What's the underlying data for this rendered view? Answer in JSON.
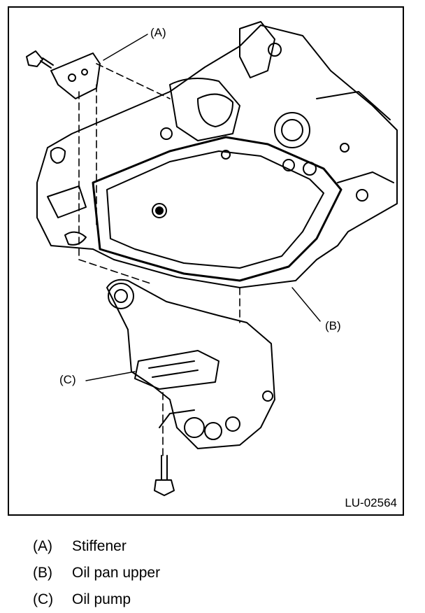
{
  "figure": {
    "id_label": "LU-02564",
    "callouts": [
      {
        "key": "(A)"
      },
      {
        "key": "(B)"
      },
      {
        "key": "(C)"
      }
    ]
  },
  "legend": [
    {
      "key": "(A)",
      "label": "Stiffener"
    },
    {
      "key": "(B)",
      "label": "Oil pan upper"
    },
    {
      "key": "(C)",
      "label": "Oil pump"
    }
  ]
}
